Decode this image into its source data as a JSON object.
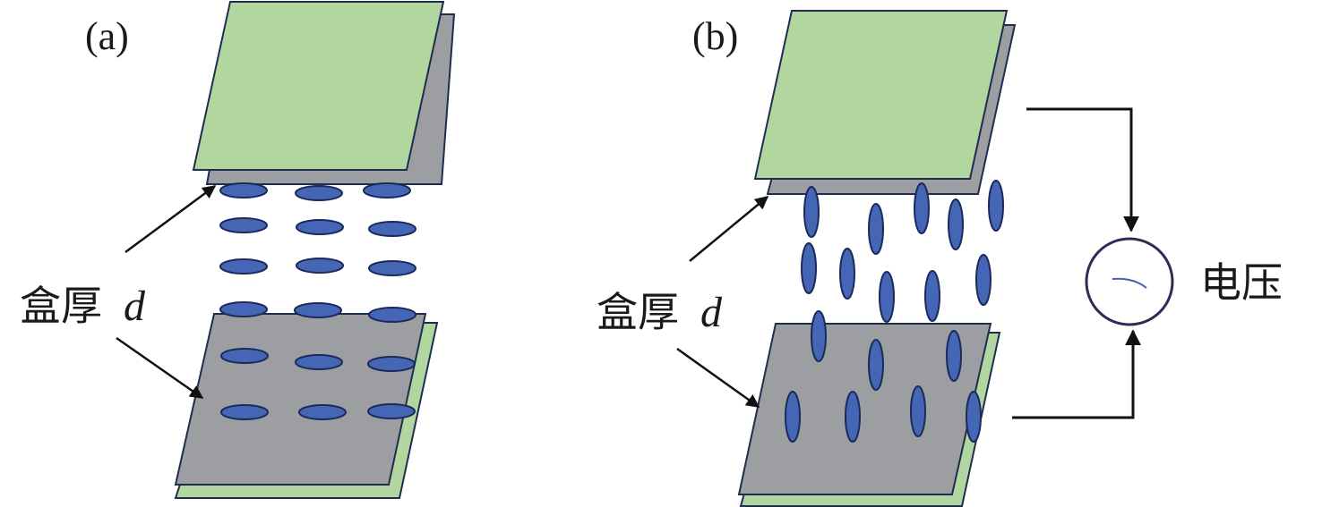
{
  "colors": {
    "substrate_green": "#b2d6a0",
    "electrode_gray": "#9c9ea2",
    "edge": "#1f2d4f",
    "molecule_fill": "#4466b4",
    "molecule_edge": "#1b2a5a",
    "arrow": "#111111"
  },
  "panels": [
    {
      "id": "a",
      "label": "(a)",
      "state": "no voltage - molecules lying horizontal",
      "thickness_label": "盒厚",
      "thickness_symbol": "d"
    },
    {
      "id": "b",
      "label": "(b)",
      "state": "voltage applied - molecules standing vertical",
      "thickness_label": "盒厚",
      "thickness_symbol": "d",
      "source_label": "电压",
      "source_icon": "ac-voltage-source-icon"
    }
  ]
}
